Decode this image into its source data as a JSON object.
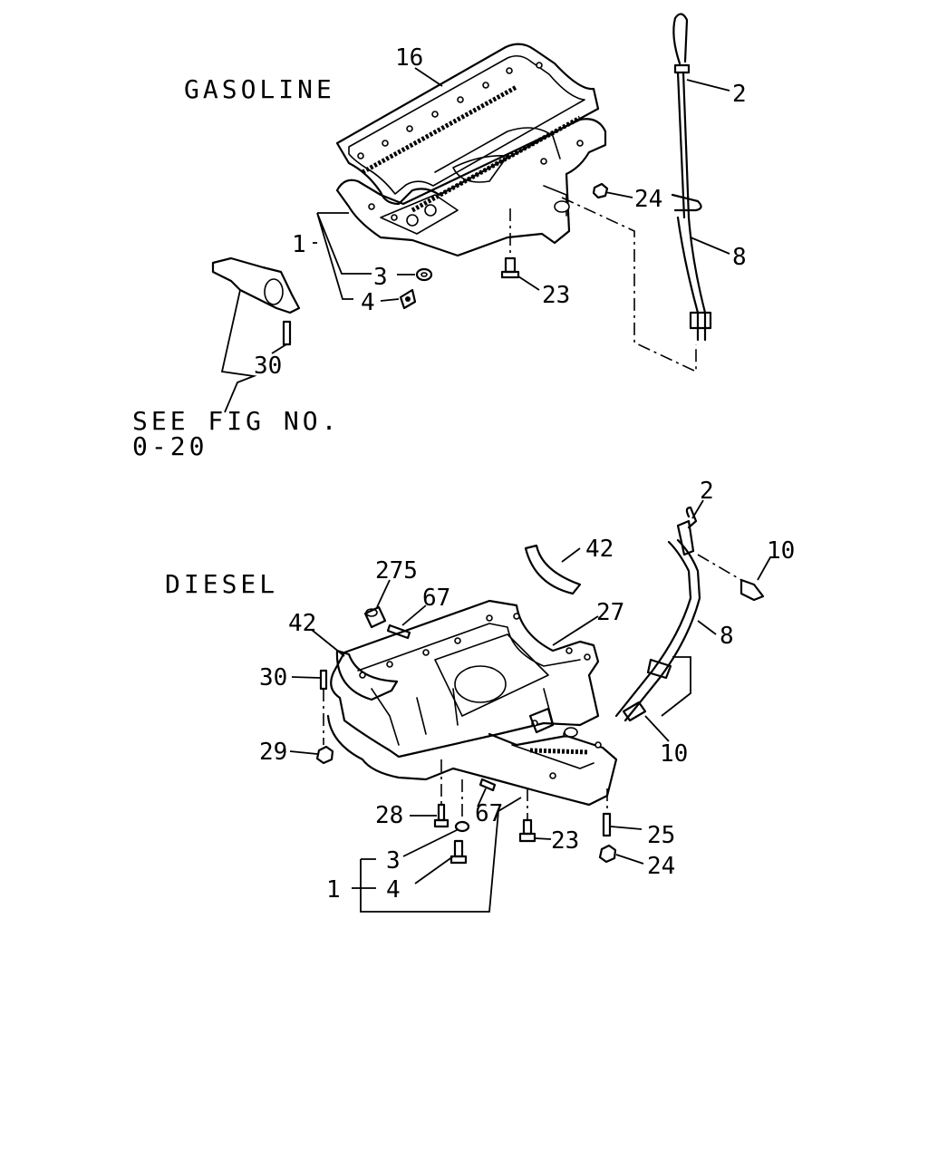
{
  "sections": {
    "gasoline": "GASOLINE",
    "diesel": "DIESEL",
    "see_fig_1": "SEE FIG NO.",
    "see_fig_2": "0-20"
  },
  "gasoline_labels": {
    "p16": "16",
    "p2": "2",
    "p24": "24",
    "p8": "8",
    "p1": "1",
    "p3": "3",
    "p4": "4",
    "p23": "23",
    "p30": "30"
  },
  "diesel_labels": {
    "p2": "2",
    "p10a": "10",
    "p42a": "42",
    "p275": "275",
    "p67a": "67",
    "p27": "27",
    "p42b": "42",
    "p8": "8",
    "p30": "30",
    "p10b": "10",
    "p29": "29",
    "p28": "28",
    "p67b": "67",
    "p25": "25",
    "p3": "3",
    "p23": "23",
    "p1": "1",
    "p4": "4",
    "p24": "24"
  }
}
